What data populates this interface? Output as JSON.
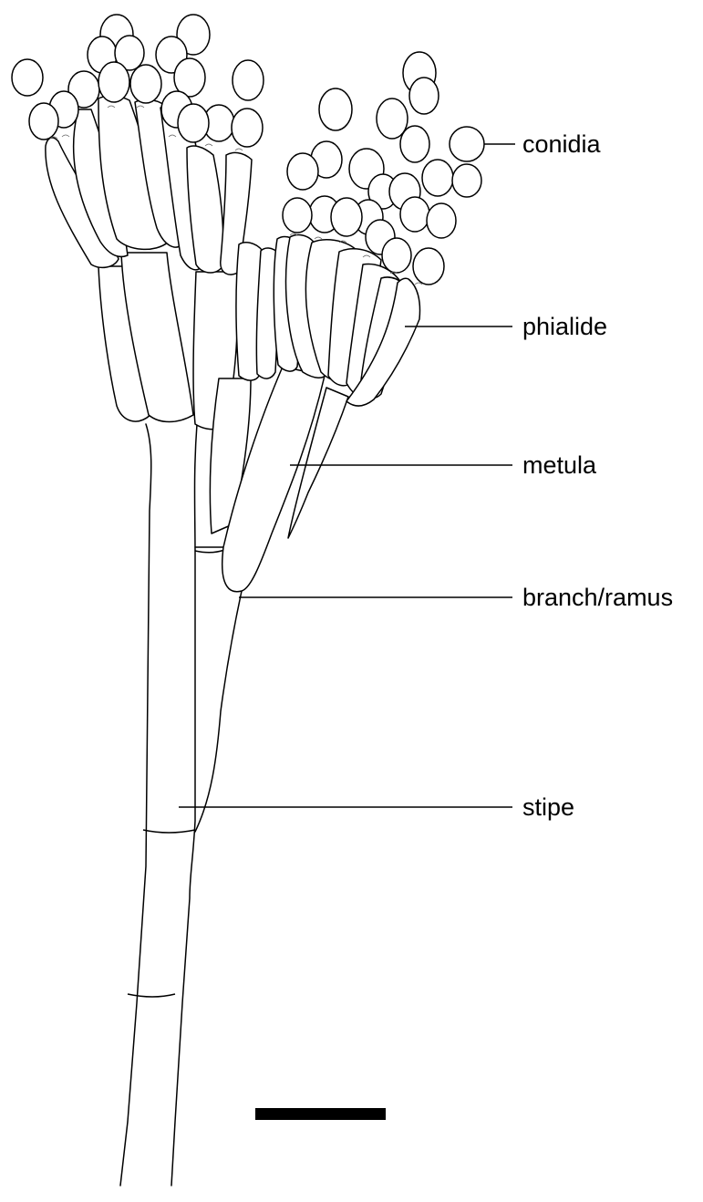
{
  "labels": {
    "conidia": "conidia",
    "phialide": "phialide",
    "metula": "metula",
    "branch": "branch/ramus",
    "stipe": "stipe"
  },
  "colors": {
    "line": "#000000",
    "background": "#ffffff"
  }
}
